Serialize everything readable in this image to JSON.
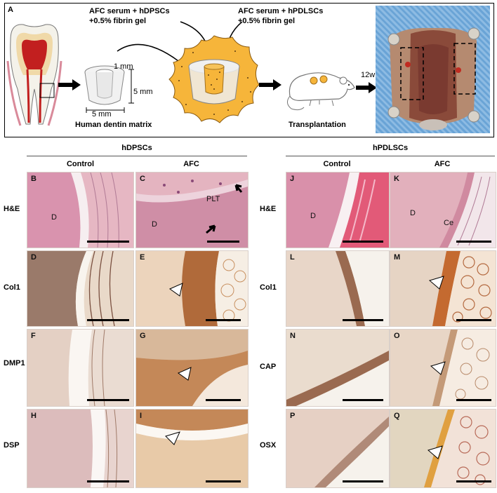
{
  "panel_a": {
    "letter": "A",
    "dpsc_mix": "AFC serum + hDPSCs\n+0.5% fibrin gel",
    "pdlsc_mix": "AFC serum + hPDLSCs\n+0.5% fibrin gel",
    "dim_inner": "1 mm",
    "dim_height": "5 mm",
    "dim_width": "5 mm",
    "matrix_caption": "Human dentin matrix",
    "transplant_caption": "Transplantation",
    "time_label": "12w"
  },
  "groups": {
    "left": {
      "title": "hDPSCs",
      "control": "Control",
      "afc": "AFC"
    },
    "right": {
      "title": "hPDLSCs",
      "control": "Control",
      "afc": "AFC"
    }
  },
  "rows_left": [
    "H&E",
    "Col1",
    "DMP1",
    "DSP"
  ],
  "rows_right": [
    "H&E",
    "Col1",
    "CAP",
    "OSX"
  ],
  "tiles": {
    "B": {
      "letter": "B",
      "regions": [
        "D"
      ]
    },
    "C": {
      "letter": "C",
      "regions": [
        "PLT",
        "D"
      ]
    },
    "D": {
      "letter": "D"
    },
    "E": {
      "letter": "E"
    },
    "F": {
      "letter": "F"
    },
    "G": {
      "letter": "G"
    },
    "H": {
      "letter": "H"
    },
    "I": {
      "letter": "I"
    },
    "J": {
      "letter": "J",
      "regions": [
        "D"
      ]
    },
    "K": {
      "letter": "K",
      "regions": [
        "D",
        "Ce"
      ]
    },
    "L": {
      "letter": "L"
    },
    "M": {
      "letter": "M"
    },
    "N": {
      "letter": "N"
    },
    "O": {
      "letter": "O"
    },
    "P": {
      "letter": "P"
    },
    "Q": {
      "letter": "Q"
    }
  },
  "colors": {
    "he_pink": "#e6b7c3",
    "ihc_beige": "#e9d9c9",
    "stain_brown": "#b06a3a",
    "fibrin_orange": "#f6b53a",
    "mat_blue": "#6aa4d6"
  }
}
